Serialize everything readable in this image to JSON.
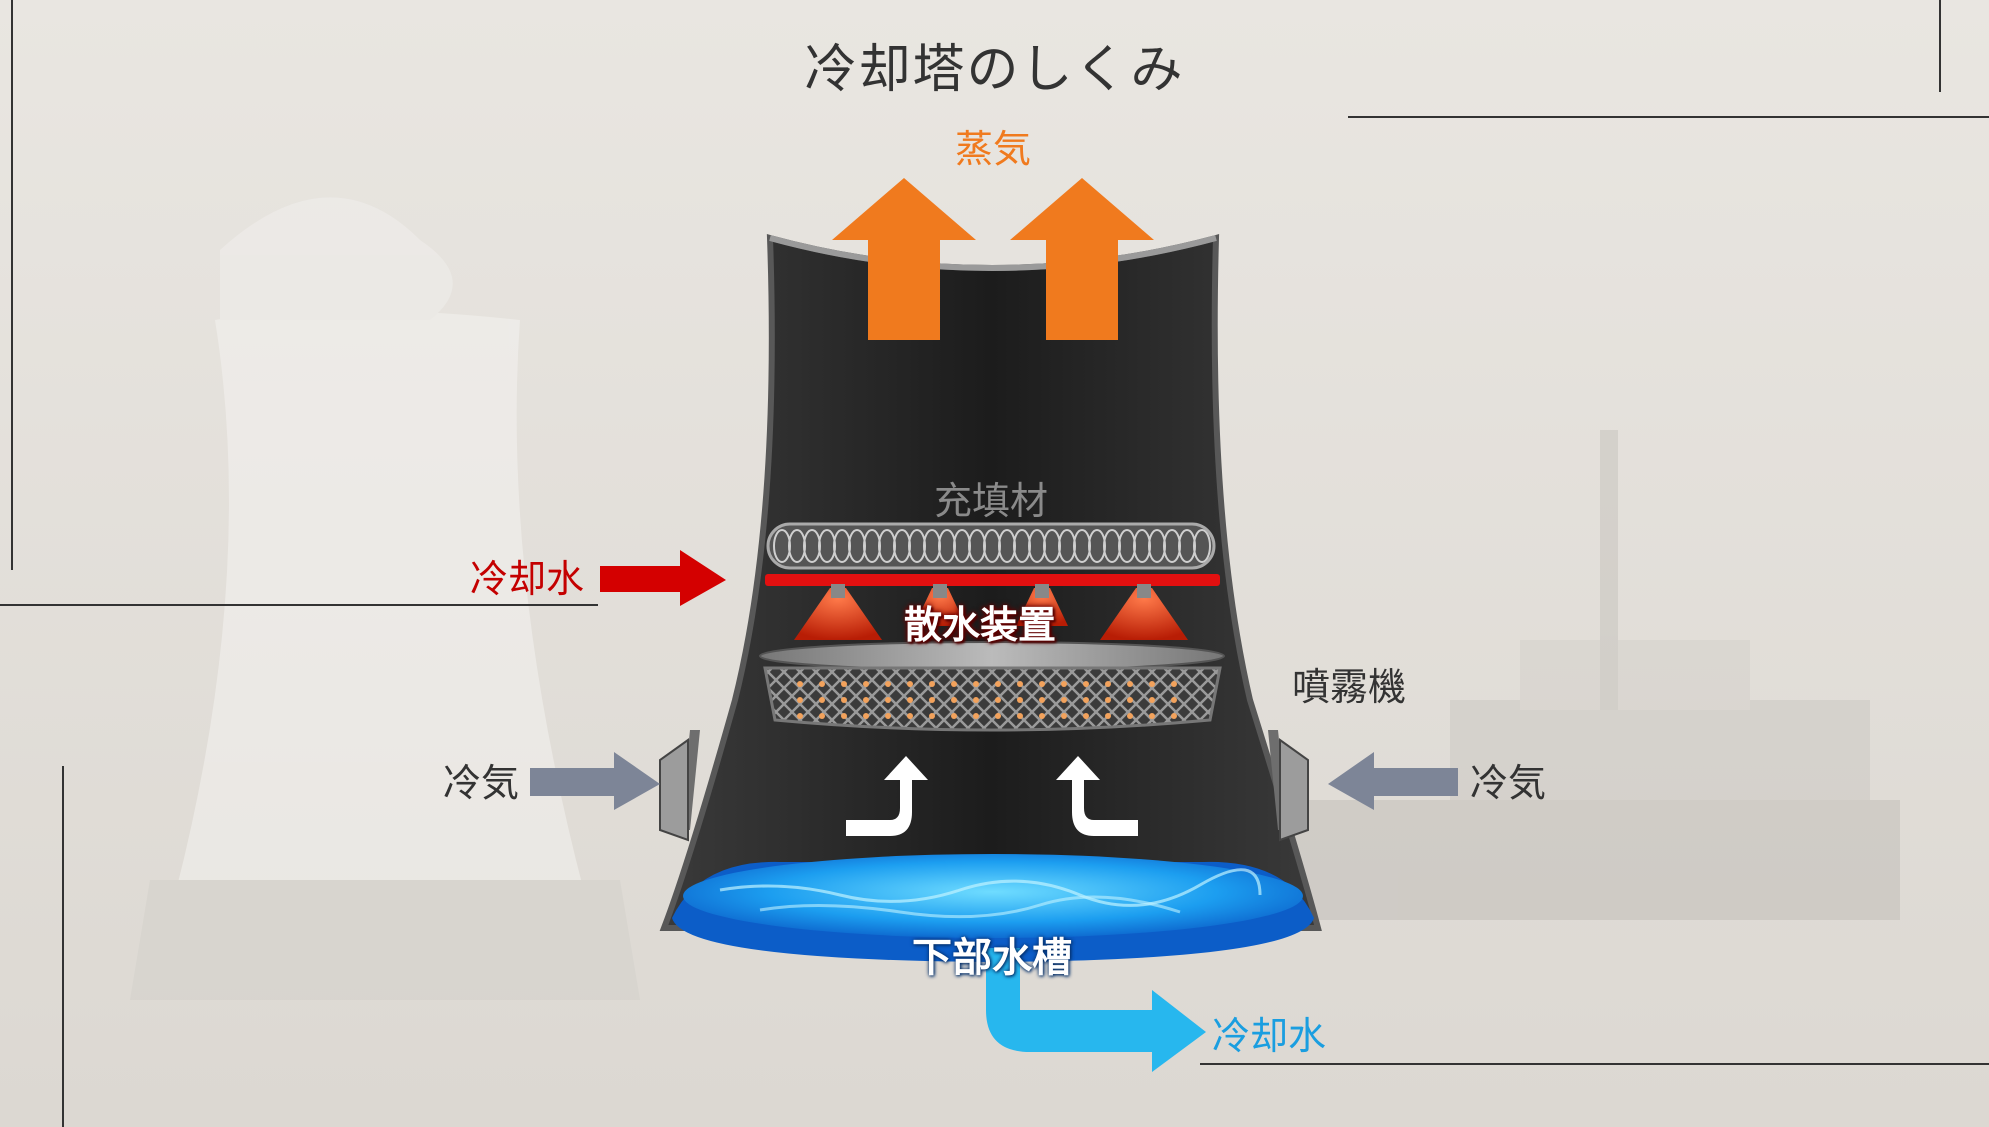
{
  "title": "冷却塔のしくみ",
  "labels": {
    "steam": "蒸気",
    "fill_material": "充填材",
    "hot_water_in": "冷却水",
    "sprinkler": "散水装置",
    "sprayer": "噴霧機",
    "cold_air_left": "冷気",
    "cold_air_right": "冷気",
    "basin": "下部水槽",
    "cooling_water_out": "冷却水"
  },
  "colors": {
    "background": "#e4e1dc",
    "steam": "#f07a1e",
    "hot_water": "#c40000",
    "cold_air": "#7d8597",
    "cooling_water": "#27b7ee",
    "tower": "#2b2b2b"
  }
}
